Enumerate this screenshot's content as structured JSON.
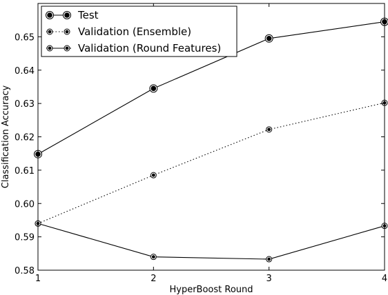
{
  "chart_data": {
    "type": "line",
    "xlabel": "HyperBoost Round",
    "ylabel": "Classification Accuracy",
    "x": [
      1,
      2,
      3,
      4
    ],
    "xlim": [
      1,
      4
    ],
    "ylim": [
      0.58,
      0.66
    ],
    "xticks": [
      "1",
      "2",
      "3",
      "4"
    ],
    "yticks": [
      "0.58",
      "0.59",
      "0.60",
      "0.61",
      "0.62",
      "0.63",
      "0.64",
      "0.65"
    ],
    "grid": false,
    "legend_position": "upper-left",
    "series": [
      {
        "name": "Test",
        "values": [
          0.6148,
          0.6345,
          0.6495,
          0.6545
        ],
        "line": "solid",
        "marker": "large-circle"
      },
      {
        "name": "Validation (Ensemble)",
        "values": [
          0.594,
          0.6085,
          0.6222,
          0.6302
        ],
        "line": "dotted",
        "marker": "small-circle"
      },
      {
        "name": "Validation (Round Features)",
        "values": [
          0.594,
          0.584,
          0.5833,
          0.5933
        ],
        "line": "solid",
        "marker": "small-circle"
      }
    ]
  }
}
